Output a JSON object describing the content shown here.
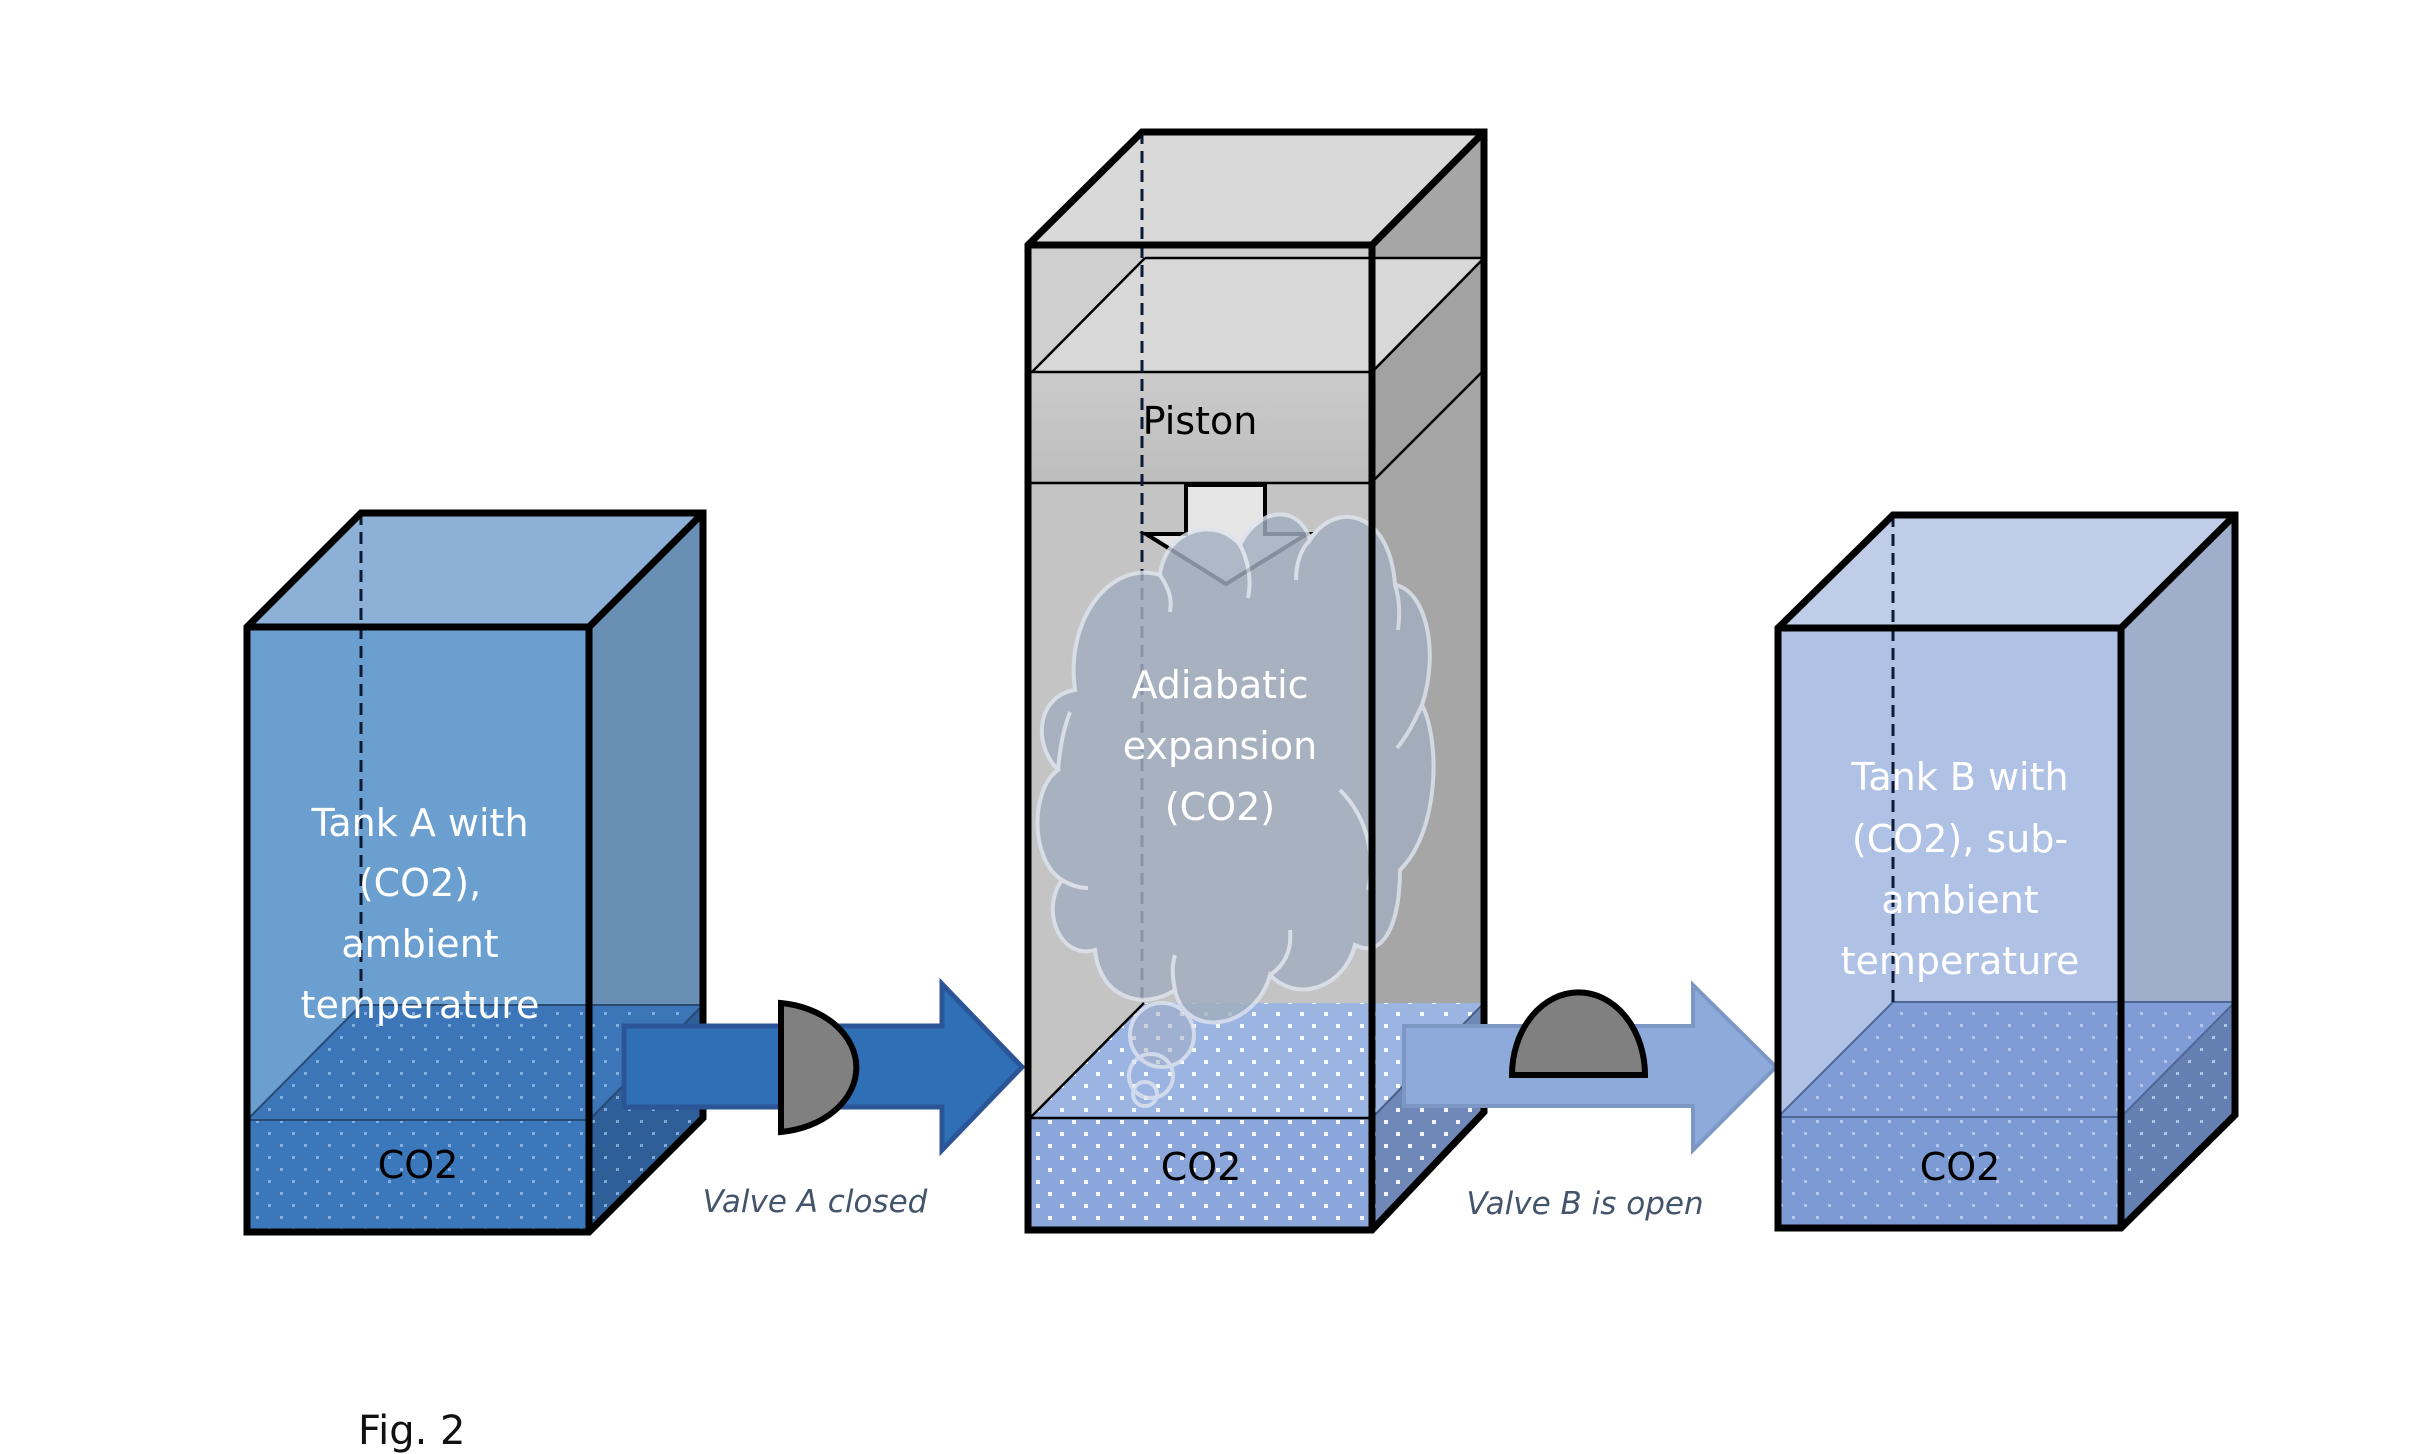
{
  "figure": {
    "caption": "Fig. 2"
  },
  "tank_a": {
    "label_lines": [
      "Tank A with",
      "(CO2),",
      "ambient",
      "temperature"
    ],
    "liquid_label": "CO2",
    "colors": {
      "top": "#8cb0d6",
      "front": "#6a9fcf",
      "side": "#6a8fb5",
      "liquid_front": "#3a77bb",
      "liquid_top": "#3c76b9",
      "liquid_side": "#2f5f98",
      "liquid_text": "#2a5b92"
    }
  },
  "valve_a": {
    "label": "Valve A closed",
    "state": "closed",
    "arrow_color": "#2e6fb5",
    "arrow_border": "#2b5597",
    "valve_color": "#808080"
  },
  "cylinder": {
    "piston_label": "Piston",
    "cloud_label_lines": [
      "Adiabatic",
      "expansion",
      "(CO2)"
    ],
    "liquid_label": "CO2",
    "colors": {
      "top": "#d9d9d9",
      "front": "#c4c4c4",
      "side": "#a6a6a6",
      "piston_front": "#c0c0c0",
      "piston_top": "#d6d6d6",
      "arrow": "#e6e6e6",
      "cloud": "#a3aebf",
      "cloud_stroke": "#dde3ee",
      "liquid_front": "#8ba6da",
      "liquid_top": "#9bb4e2",
      "liquid_side": "#6f88b8"
    }
  },
  "valve_b": {
    "label": "Valve B is open",
    "state": "open",
    "arrow_color": "#8eaadb",
    "arrow_border": "#7d97c4",
    "valve_color": "#808080"
  },
  "tank_b": {
    "label_lines": [
      "Tank B with",
      "(CO2), sub-",
      "ambient",
      "temperature"
    ],
    "liquid_label": "CO2",
    "colors": {
      "top": "#bfcde9",
      "front": "#afc1e4",
      "side": "#9eaecb",
      "liquid_front": "#7c9ad4",
      "liquid_top": "#7f9cd6",
      "liquid_side": "#6480b3",
      "liquid_text": "#5a72a3"
    }
  }
}
